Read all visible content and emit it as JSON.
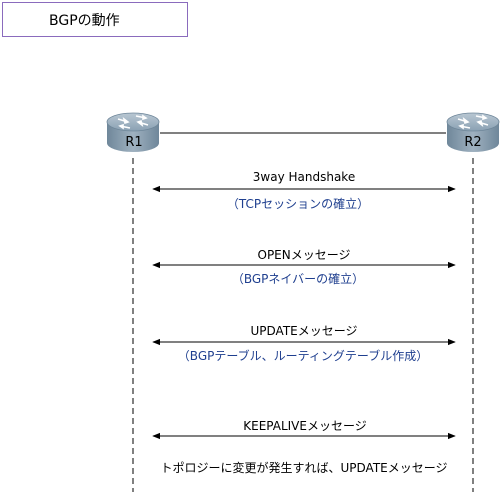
{
  "title": "BGPの動作",
  "routers": [
    {
      "label": "R1"
    },
    {
      "label": "R2"
    }
  ],
  "messages": [
    {
      "name": "3way Handshake",
      "note": "（TCPセッションの確立）"
    },
    {
      "name": "OPENメッセージ",
      "note": "（BGPネイバーの確立）"
    },
    {
      "name": "UPDATEメッセージ",
      "note": "（BGPテーブル、ルーティングテーブル作成）"
    },
    {
      "name": "KEEPALIVEメッセージ",
      "note": ""
    }
  ],
  "footer": "トポロジーに変更が発生すれば、UPDATEメッセージ",
  "colors": {
    "title_border": "#8a6bbd",
    "note_text": "#1f3f8f",
    "router_body": "#7f97a8"
  }
}
